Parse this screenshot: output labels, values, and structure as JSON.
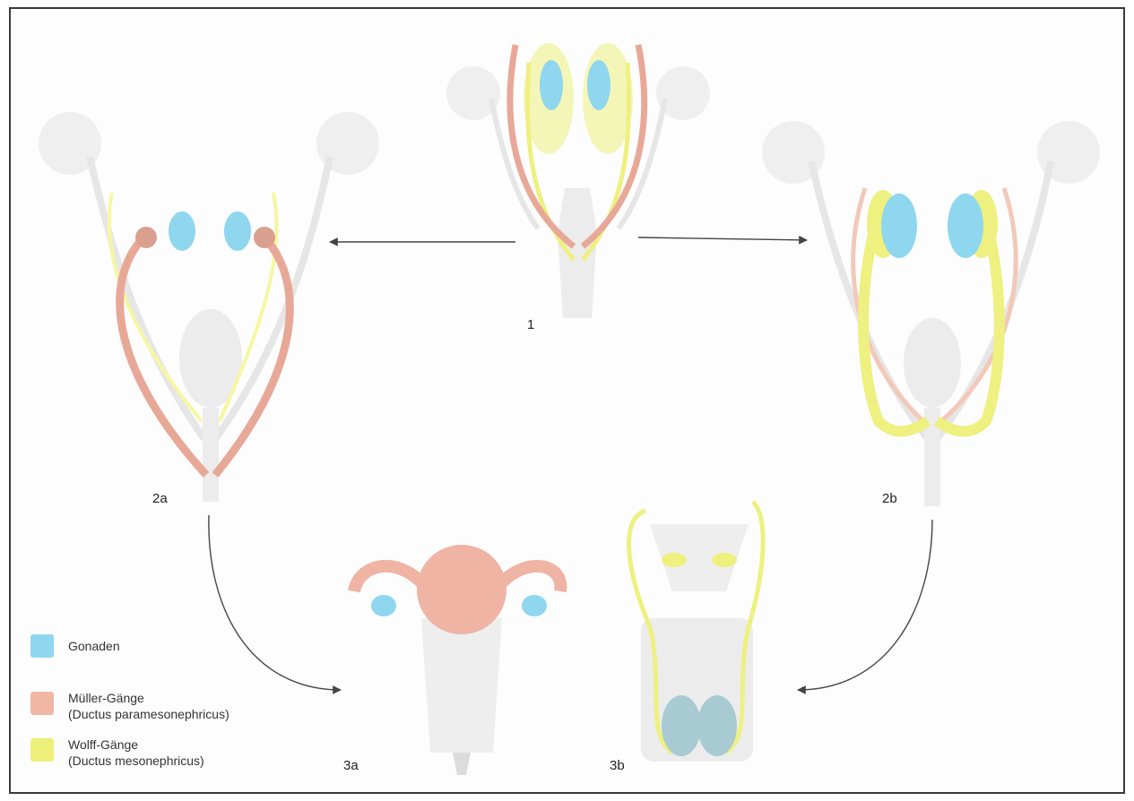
{
  "stages": {
    "s1": "1",
    "s2a": "2a",
    "s2b": "2b",
    "s3a": "3a",
    "s3b": "3b"
  },
  "legend": {
    "gonads": {
      "label": "Gonaden",
      "color": "#8fd6ef"
    },
    "muller": {
      "label": "Müller-Gänge",
      "sub": "(Ductus paramesonephricus)",
      "color": "#f0b7a5"
    },
    "wolff": {
      "label": "Wolff-Gänge",
      "sub": "(Ductus mesonephricus)",
      "color": "#ecf07a"
    }
  },
  "colors": {
    "gonad": "#8fd6ef",
    "muller": "#e8a898",
    "wolff": "#eef080",
    "tissue": "#e9ebec",
    "arrow": "#444444"
  }
}
